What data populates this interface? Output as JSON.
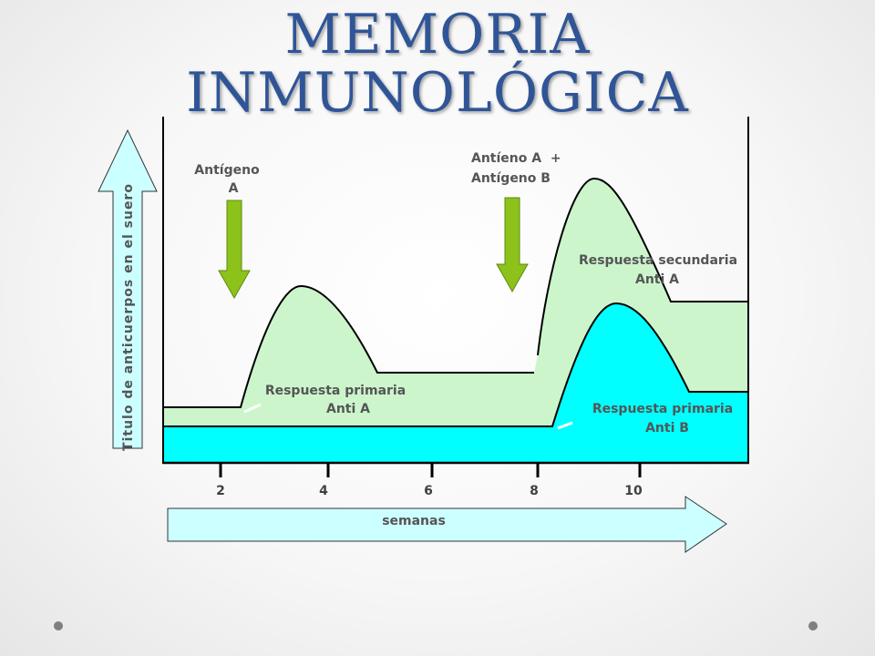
{
  "title": {
    "line1": "MEMORIA",
    "line2": "INMUNOLÓGICA"
  },
  "axes": {
    "y_label": "Titulo de anticuerpos en el suero",
    "x_label": "semanas",
    "x_ticks": [
      "2",
      "4",
      "6",
      "8",
      "10"
    ]
  },
  "annotations": {
    "antigen_a": {
      "line1": "Antígeno",
      "line2": "A"
    },
    "antigen_ab": {
      "line1": "Antíeno A  +",
      "line2": "Antígeno B"
    },
    "primary_a": {
      "line1": "Respuesta primaria",
      "line2": "Anti A"
    },
    "secondary_a": {
      "line1": "Respuesta secundaria",
      "line2": "Anti A"
    },
    "primary_b": {
      "line1": "Respuesta primaria",
      "line2": "Anti B"
    }
  },
  "colors": {
    "title": "#2f5597",
    "response_a_fill": "#ccf5cc",
    "response_b_fill": "#00ffff",
    "arrow_fill": "#8cc21a",
    "axis_arrow_fill": "#ccffff"
  }
}
